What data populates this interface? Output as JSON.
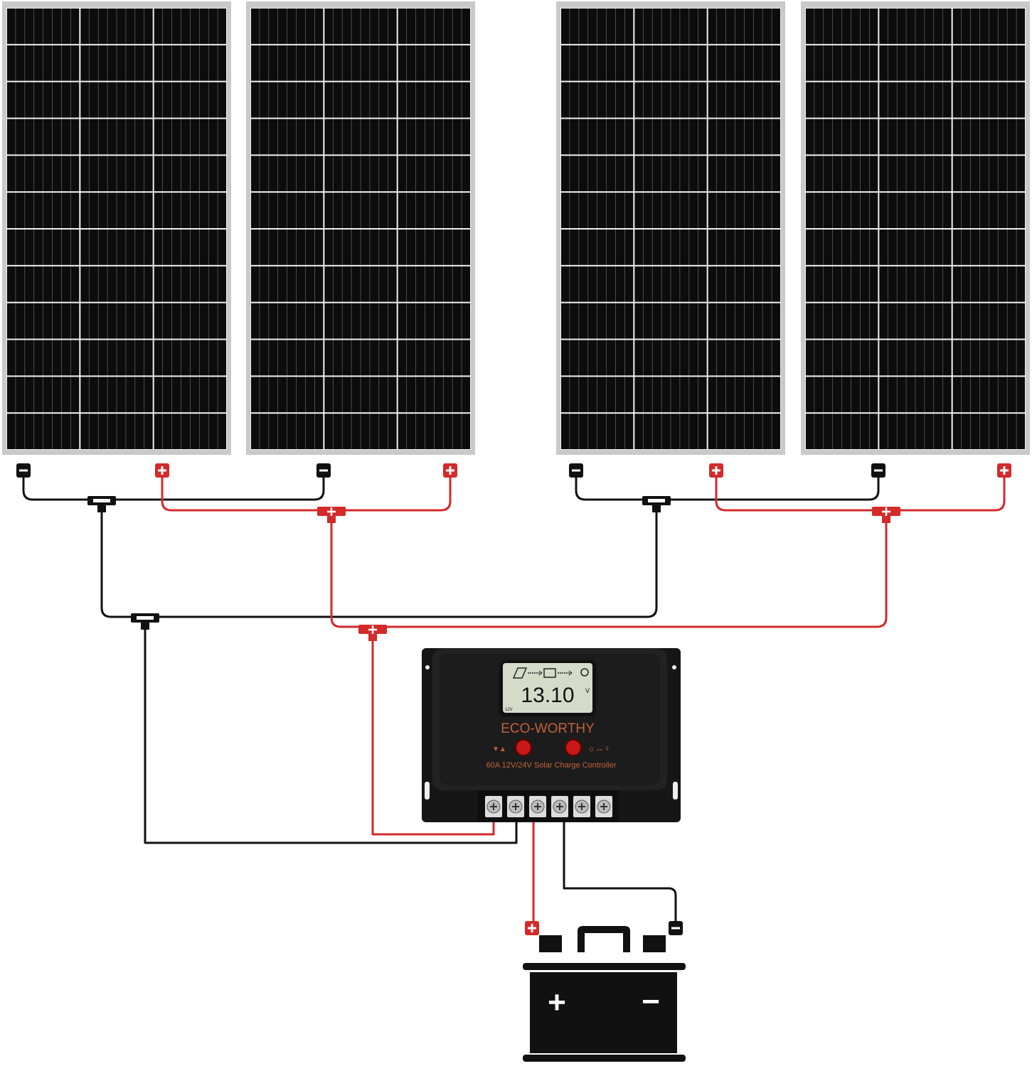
{
  "colors": {
    "positive_wire": "#d42a2a",
    "negative_wire": "#111111",
    "panel_cell": "#0c0c0c",
    "panel_frame": "#c9c9c9",
    "controller_body": "#1a1a1a",
    "brand_text": "#c0623a",
    "lcd_background": "#d6dbc9"
  },
  "panels": [
    {
      "name": "solar-panel-1"
    },
    {
      "name": "solar-panel-2"
    },
    {
      "name": "solar-panel-3"
    },
    {
      "name": "solar-panel-4"
    }
  ],
  "controller": {
    "lcd_reading": "13.10",
    "lcd_unit": "V",
    "lcd_system_voltage": "12V",
    "brand": "ECO-WORTHY",
    "model": "60A 12V/24V Solar Charge Controller"
  },
  "battery": {
    "positive_symbol": "+",
    "negative_symbol": "−"
  }
}
